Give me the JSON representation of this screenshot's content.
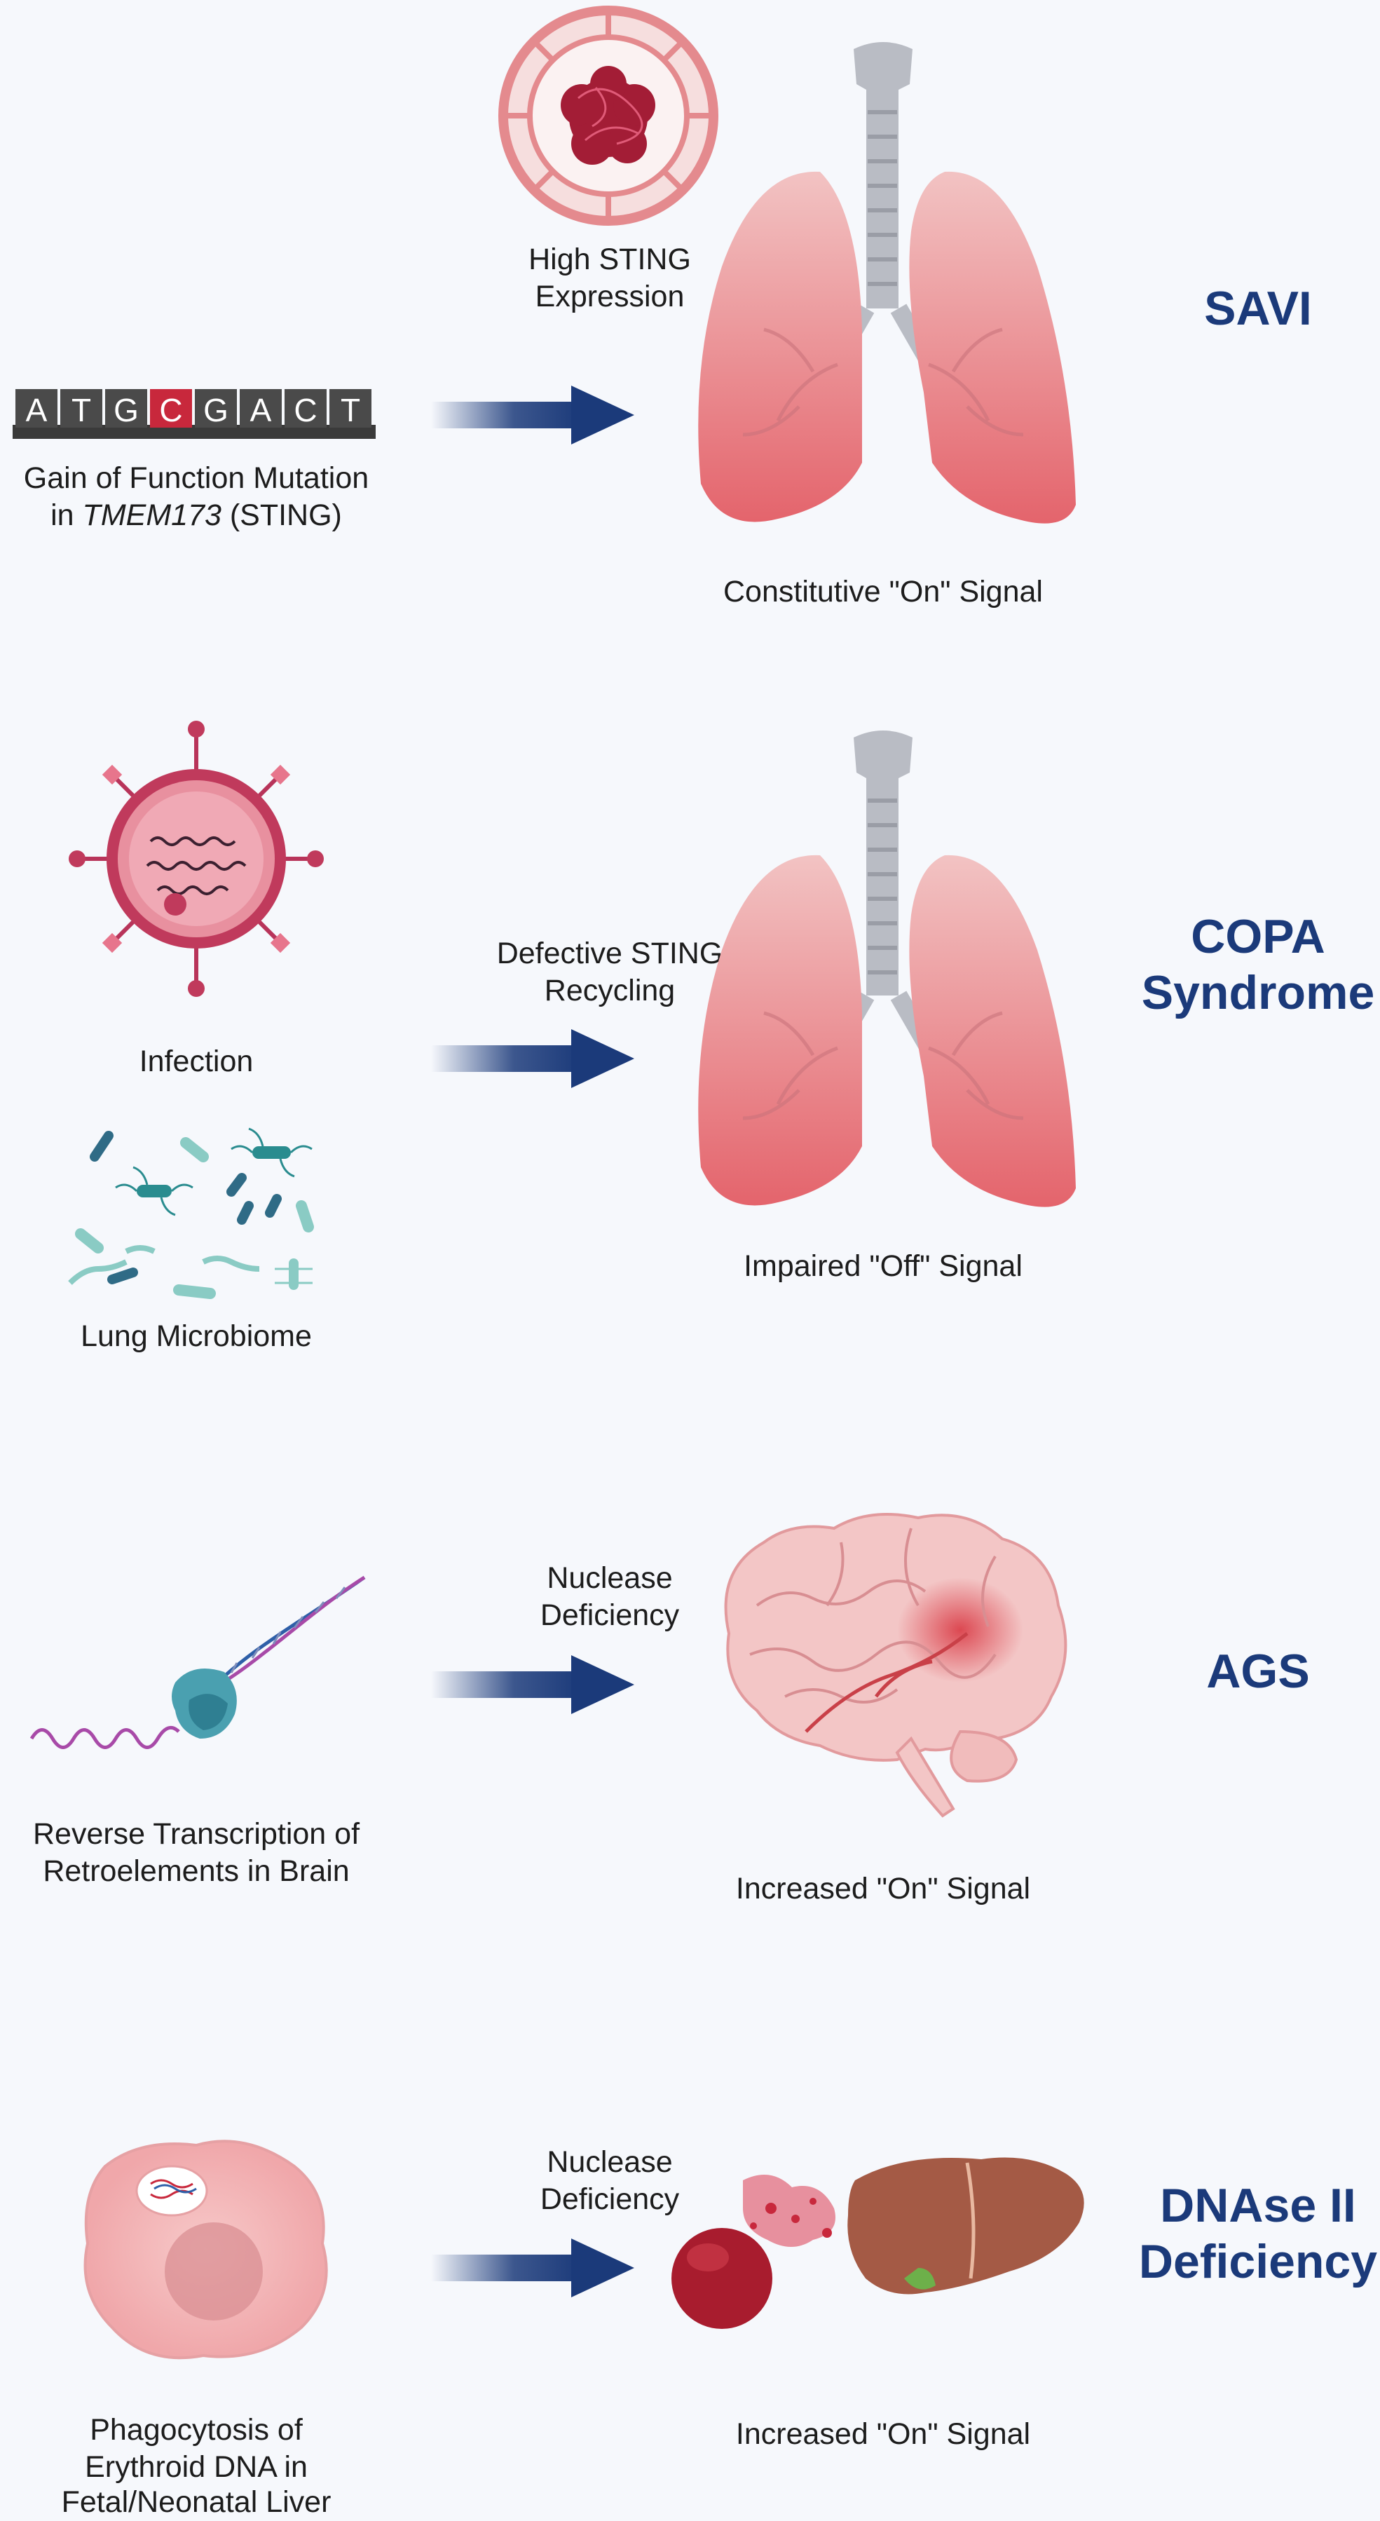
{
  "rows": [
    {
      "disease": [
        "SAVI"
      ],
      "cause": [
        "Gain of Function Mutation",
        "in ",
        "TMEM173",
        " (STING)"
      ],
      "dna_letters": [
        "A",
        "T",
        "G",
        "C",
        "G",
        "A",
        "C",
        "T"
      ],
      "above_arrow": [
        "High STING",
        "Expression"
      ],
      "signal": "Constitutive \"On\" Signal"
    },
    {
      "disease": [
        "COPA",
        "Syndrome"
      ],
      "cause_top": "Infection",
      "cause_bottom": "Lung Microbiome",
      "above_arrow": [
        "Defective STING",
        "Recycling"
      ],
      "signal": "Impaired \"Off\" Signal"
    },
    {
      "disease": [
        "AGS"
      ],
      "cause": [
        "Reverse Transcription of",
        "Retroelements in Brain"
      ],
      "above_arrow": [
        "Nuclease",
        "Deficiency"
      ],
      "signal": "Increased \"On\" Signal"
    },
    {
      "disease": [
        "DNAse II",
        "Deficiency"
      ],
      "cause": [
        "Phagocytosis of",
        "Erythroid DNA in",
        "Fetal/Neonatal Liver"
      ],
      "above_arrow": [
        "Nuclease",
        "Deficiency"
      ],
      "signal": "Increased \"On\" Signal"
    }
  ],
  "colors": {
    "title": "#1b3a7a",
    "arrow": "#1b3a7a",
    "lung": "#e8727a",
    "trachea": "#b9bcc4",
    "virus": "#c03a5c",
    "mutated_base": "#c8283c",
    "liver": "#a45a45",
    "brain": "#f3c6c6"
  }
}
